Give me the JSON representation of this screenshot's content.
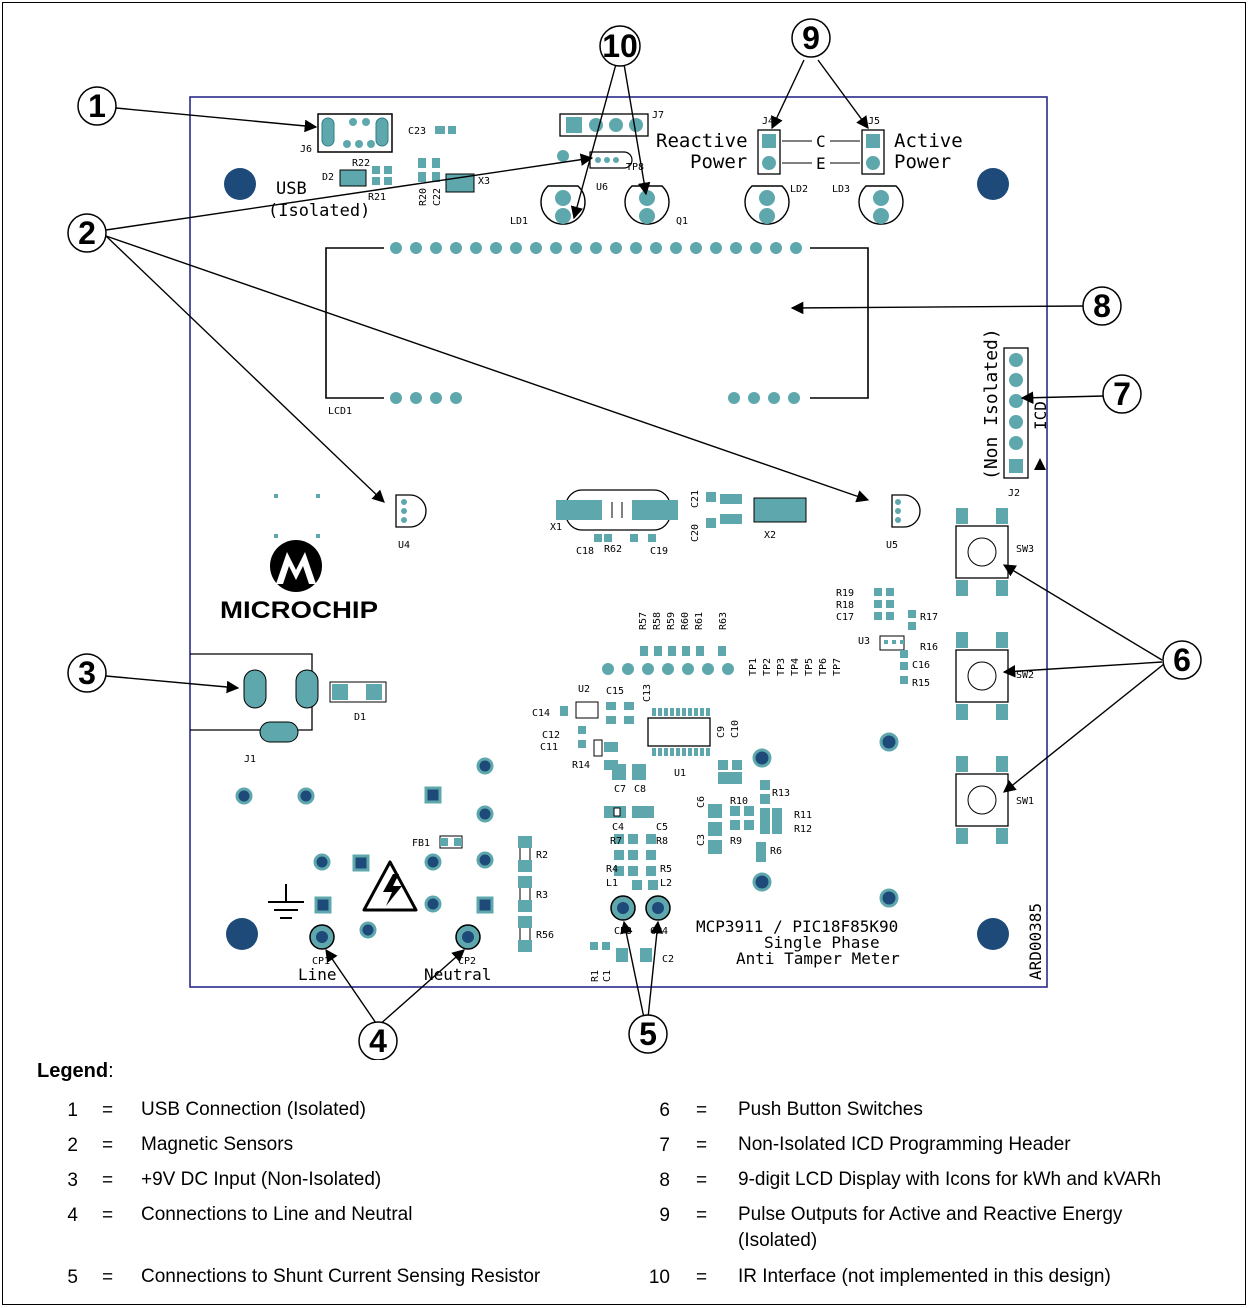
{
  "board": {
    "silkscreen": {
      "usb": "USB",
      "isolated": "(Isolated)",
      "reactive": "Reactive",
      "reactive_power": "Power",
      "active": "Active",
      "active_power": "Power",
      "c_mark": "C",
      "e_mark": "E",
      "non_isolated": "(Non Isolated)",
      "icd": "ICD",
      "logo": "MICROCHIP",
      "line": "Line",
      "neutral": "Neutral",
      "product1": "MCP3911 / PIC18F85K90",
      "product2": "Single Phase",
      "product3": "Anti Tamper Meter",
      "ard": "ARD00385"
    },
    "refs": {
      "j6": "J6",
      "r22": "R22",
      "c23": "C23",
      "d2": "D2",
      "r21": "R21",
      "r20": "R20",
      "c22": "C22",
      "x3": "X3",
      "j7": "J7",
      "u6": "U6",
      "tp8": "TP8",
      "ld1": "LD1",
      "q1": "Q1",
      "j4": "J4",
      "j5": "J5",
      "ld2": "LD2",
      "ld3": "LD3",
      "lcd1": "LCD1",
      "j2": "J2",
      "u4": "U4",
      "u5": "U5",
      "x1": "X1",
      "c18": "C18",
      "r62": "R62",
      "c19": "C19",
      "c20": "C20",
      "c21": "C21",
      "x2": "X2",
      "sw3": "SW3",
      "sw2": "SW2",
      "sw1": "SW1",
      "r19": "R19",
      "r18": "R18",
      "c17": "C17",
      "r17": "R17",
      "u3": "U3",
      "r16": "R16",
      "c16": "C16",
      "r15": "R15",
      "r57": "R57",
      "r58": "R58",
      "r59": "R59",
      "r60": "R60",
      "r61": "R61",
      "r63": "R63",
      "tp1": "TP1",
      "tp2": "TP2",
      "tp3": "TP3",
      "tp4": "TP4",
      "tp5": "TP5",
      "tp6": "TP6",
      "tp7": "TP7",
      "u2": "U2",
      "c15": "C15",
      "c13": "C13",
      "c14": "C14",
      "c12": "C12",
      "c11": "C11",
      "r14": "R14",
      "c7": "C7",
      "c8": "C8",
      "c9": "C9",
      "c10": "C10",
      "u1": "U1",
      "j1": "J1",
      "d1": "D1",
      "fb1": "FB1",
      "r2": "R2",
      "r3": "R3",
      "r56": "R56",
      "c6": "C6",
      "r10": "R10",
      "r13": "R13",
      "r11": "R11",
      "r12": "R12",
      "c4": "C4",
      "c5": "C5",
      "r7": "R7",
      "r8": "R8",
      "c3": "C3",
      "r9": "R9",
      "r6": "R6",
      "r4": "R4",
      "r5": "R5",
      "l1": "L1",
      "l2": "L2",
      "cp3": "CP3",
      "cp4": "CP4",
      "cp1": "CP1",
      "cp2": "CP2",
      "r1": "R1",
      "c1": "C1",
      "c2": "C2"
    }
  },
  "callouts": [
    "1",
    "2",
    "3",
    "4",
    "5",
    "6",
    "7",
    "8",
    "9",
    "10"
  ],
  "legend": {
    "title": "Legend",
    "eq": "=",
    "items": [
      {
        "num": "1",
        "text": "USB Connection (Isolated)"
      },
      {
        "num": "2",
        "text": "Magnetic Sensors"
      },
      {
        "num": "3",
        "text": "+9V DC Input (Non-Isolated)"
      },
      {
        "num": "4",
        "text": "Connections to Line and Neutral"
      },
      {
        "num": "5",
        "text": "Connections to Shunt Current Sensing Resistor"
      },
      {
        "num": "6",
        "text": "Push Button Switches"
      },
      {
        "num": "7",
        "text": "Non-Isolated ICD Programming Header"
      },
      {
        "num": "8",
        "text": "9-digit LCD Display with Icons for kWh and kVARh"
      },
      {
        "num": "9",
        "text": "Pulse Outputs for Active and Reactive Energy (Isolated)"
      },
      {
        "num": "10",
        "text": "IR Interface (not implemented in this design)"
      }
    ]
  },
  "colors": {
    "pad": "#5ea8ad",
    "pad_dark": "#2f7f85",
    "hole": "#1d4a78",
    "board_edge": "#2a2a8a"
  }
}
